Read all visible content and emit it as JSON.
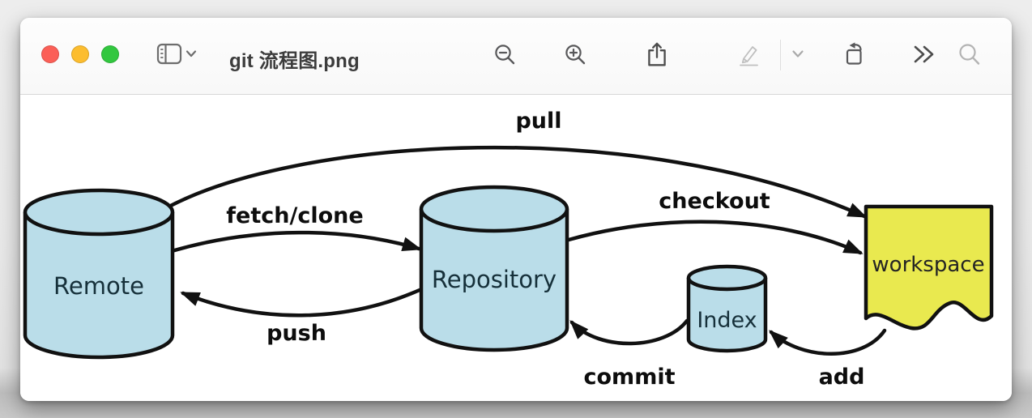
{
  "window": {
    "title": "git 流程图.png"
  },
  "titlebar": {
    "traffic_lights": [
      {
        "name": "close",
        "color": "#fb5f57"
      },
      {
        "name": "minimize",
        "color": "#fcbd2f"
      },
      {
        "name": "maximize",
        "color": "#32c73f"
      }
    ],
    "toolbar_icons": [
      "sidebar-toggle",
      "sidebar-chevron",
      "zoom-out",
      "zoom-in",
      "share",
      "markup-pencil",
      "markup-chevron",
      "rotate-left",
      "more",
      "search"
    ]
  },
  "diagram": {
    "stroke_color": "#111111",
    "nodes": [
      {
        "id": "remote",
        "label": "Remote",
        "shape": "cylinder",
        "fill": "#badde9"
      },
      {
        "id": "repository",
        "label": "Repository",
        "shape": "cylinder",
        "fill": "#badde9"
      },
      {
        "id": "index",
        "label": "Index",
        "shape": "cylinder",
        "fill": "#badde9"
      },
      {
        "id": "workspace",
        "label": "workspace",
        "shape": "wavy-card",
        "fill": "#e9e94f"
      }
    ],
    "edges": [
      {
        "label": "pull",
        "from": "remote",
        "to": "workspace"
      },
      {
        "label": "fetch/clone",
        "from": "remote",
        "to": "repository"
      },
      {
        "label": "checkout",
        "from": "repository",
        "to": "workspace"
      },
      {
        "label": "push",
        "from": "repository",
        "to": "remote"
      },
      {
        "label": "commit",
        "from": "index",
        "to": "repository"
      },
      {
        "label": "add",
        "from": "workspace",
        "to": "index"
      }
    ]
  }
}
